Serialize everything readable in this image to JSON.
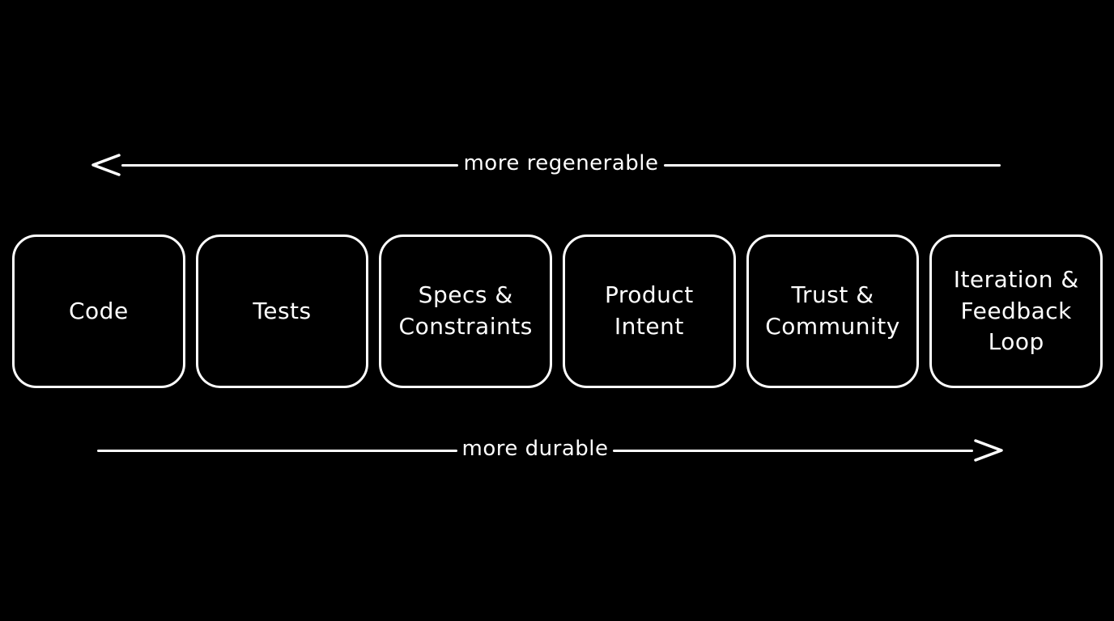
{
  "diagram": {
    "top_arrow": {
      "label": "more regenerable",
      "direction": "left"
    },
    "bottom_arrow": {
      "label": "more durable",
      "direction": "right"
    },
    "boxes": [
      {
        "label": "Code"
      },
      {
        "label": "Tests"
      },
      {
        "label": "Specs &\nConstraints"
      },
      {
        "label": "Product\nIntent"
      },
      {
        "label": "Trust &\nCommunity"
      },
      {
        "label": "Iteration &\nFeedback\nLoop"
      }
    ],
    "colors": {
      "background": "#000000",
      "stroke": "#ffffff",
      "text": "#ffffff"
    }
  }
}
